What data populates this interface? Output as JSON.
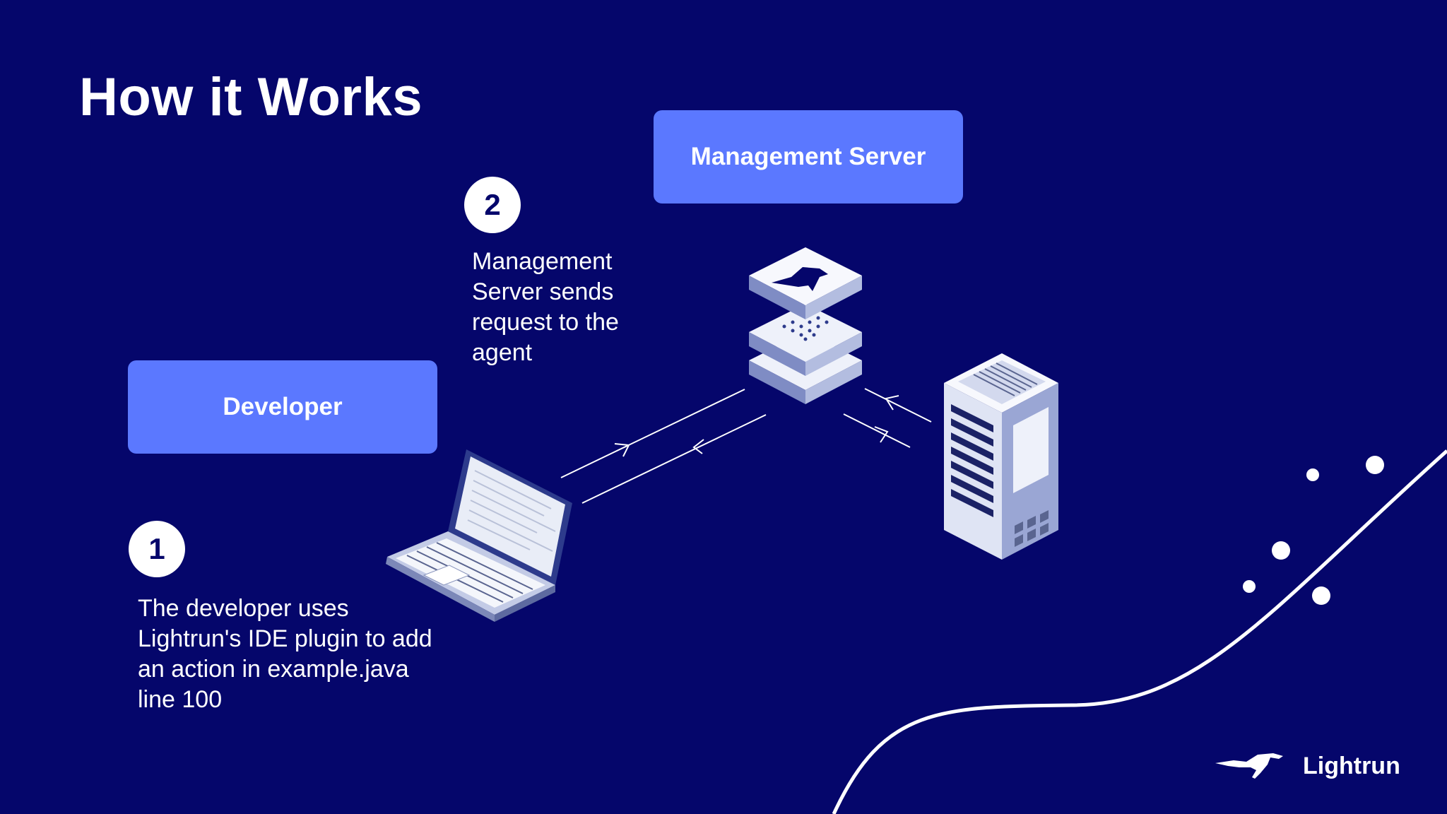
{
  "slide": {
    "title": "How it Works",
    "background_color": "#05066b",
    "accent_color": "#5b78ff"
  },
  "nodes": {
    "management_server": "Management Server",
    "developer": "Developer"
  },
  "steps": [
    {
      "number": "1",
      "text": "The developer uses Lightrun's IDE plugin to add an action in example.java line 100"
    },
    {
      "number": "2",
      "text": "Management Server sends request to the agent"
    }
  ],
  "illustrations": {
    "laptop": "laptop-icon",
    "server_stack": "server-stack-icon",
    "server_tower": "server-tower-icon"
  },
  "brand": {
    "name": "Lightrun",
    "logo_icon": "lightrun-cheetah-icon"
  }
}
